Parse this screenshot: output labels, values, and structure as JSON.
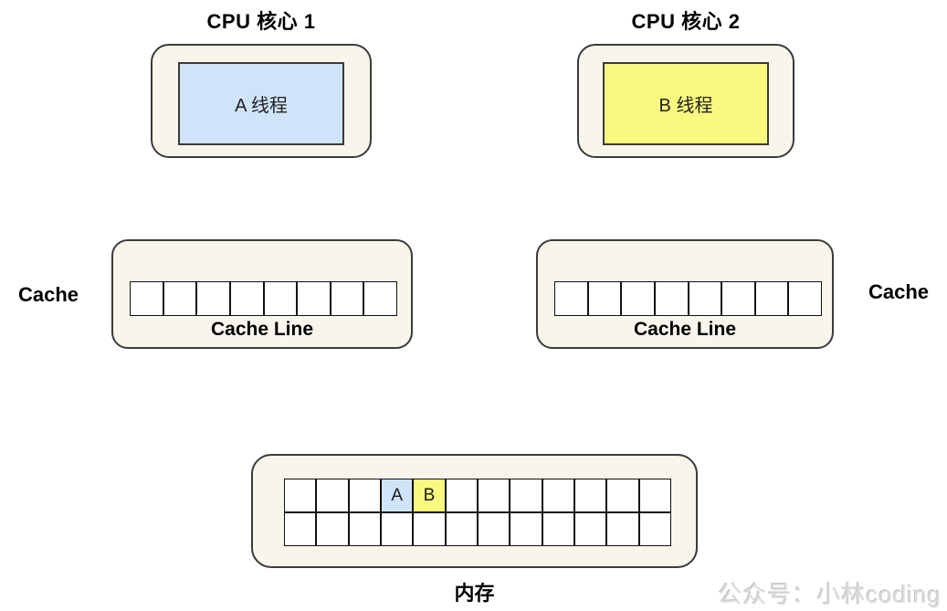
{
  "colors": {
    "canvas_bg": "#ffffff",
    "panel_fill": "#f8f5ec",
    "panel_border": "#3b3b3b",
    "cell_fill": "#ffffff",
    "cell_border": "#111111",
    "thread_a_fill": "#cfe4f9",
    "thread_b_fill": "#f9f97f",
    "watermark_color": "#dcdcdc"
  },
  "cores": [
    {
      "title": "CPU 核心 1",
      "thread_label": "A 线程",
      "fill": "#cfe4f9"
    },
    {
      "title": "CPU 核心 2",
      "thread_label": "B 线程",
      "fill": "#f9f97f"
    }
  ],
  "caches": [
    {
      "side_label": "Cache",
      "line_label": "Cache Line",
      "cell_count": 8
    },
    {
      "side_label": "Cache",
      "line_label": "Cache Line",
      "cell_count": 8
    }
  ],
  "memory": {
    "label": "内存",
    "rows": 2,
    "cols": 12,
    "highlighted_cells": [
      {
        "row": 0,
        "col": 3,
        "label": "A",
        "fill": "#cfe4f9"
      },
      {
        "row": 0,
        "col": 4,
        "label": "B",
        "fill": "#f9f97f"
      }
    ]
  },
  "watermark": {
    "text": "公众号：小林coding"
  }
}
